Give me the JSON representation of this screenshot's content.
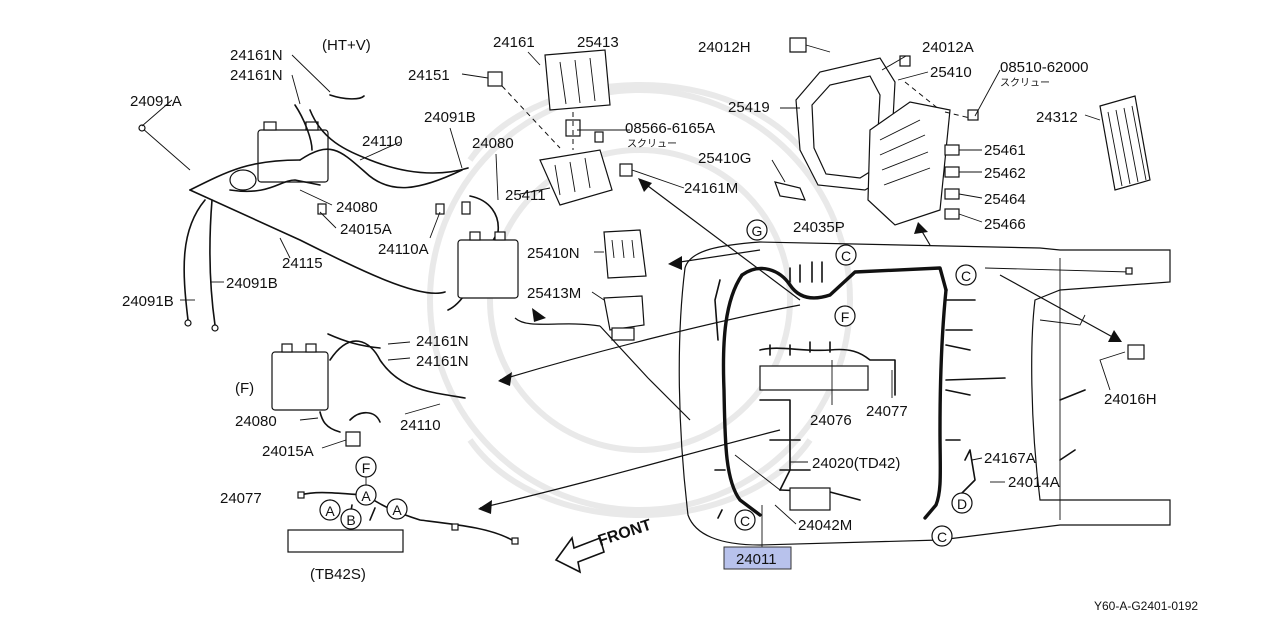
{
  "diagram": {
    "parts": {
      "p24161N_a": "24161N",
      "p24161N_b": "24161N",
      "htv": "(HT+V)",
      "p24091A": "24091A",
      "p24091B_a": "24091B",
      "p24110_a": "24110",
      "p24080_a": "24080",
      "p24080_b": "24080",
      "p24015A_a": "24015A",
      "p24110A": "24110A",
      "p24115": "24115",
      "p24091B_b": "24091B",
      "p24091B_c": "24091B",
      "p24161": "24161",
      "p25413": "25413",
      "p24151": "24151",
      "p08566": "08566-6165A",
      "screw_a": "スクリュー",
      "p25411": "25411",
      "p24161M": "24161M",
      "p25410N": "25410N",
      "p25413M": "25413M",
      "p24012H": "24012H",
      "p24012A": "24012A",
      "p25410": "25410",
      "p08510": "08510-62000",
      "screw_b": "スクリュー",
      "p25419": "25419",
      "p24312": "24312",
      "p25410G": "25410G",
      "p25461": "25461",
      "p25462": "25462",
      "p25464": "25464",
      "p25466": "25466",
      "p24035P": "24035P",
      "p24161N_c": "24161N",
      "p24161N_d": "24161N",
      "f_variant": "(F)",
      "p24110_b": "24110",
      "p24080_c": "24080",
      "p24015A_b": "24015A",
      "p24077_a": "24077",
      "tb42s": "(TB42S)",
      "p24076": "24076",
      "p24077_b": "24077",
      "p24020": "24020(TD42)",
      "p24042M": "24042M",
      "p24011": "24011",
      "p24016H": "24016H",
      "p24167A": "24167A",
      "p24014A": "24014A",
      "front": "FRONT"
    },
    "callouts": {
      "g": "G",
      "c1": "C",
      "c2": "C",
      "c3": "C",
      "c4": "C",
      "f1": "F",
      "f2": "F",
      "a1": "A",
      "a2": "A",
      "a3": "A",
      "b1": "B",
      "d1": "D"
    },
    "reference_code": "Y60-A-G2401-0192",
    "highlight_color": "#b8c2ec"
  }
}
